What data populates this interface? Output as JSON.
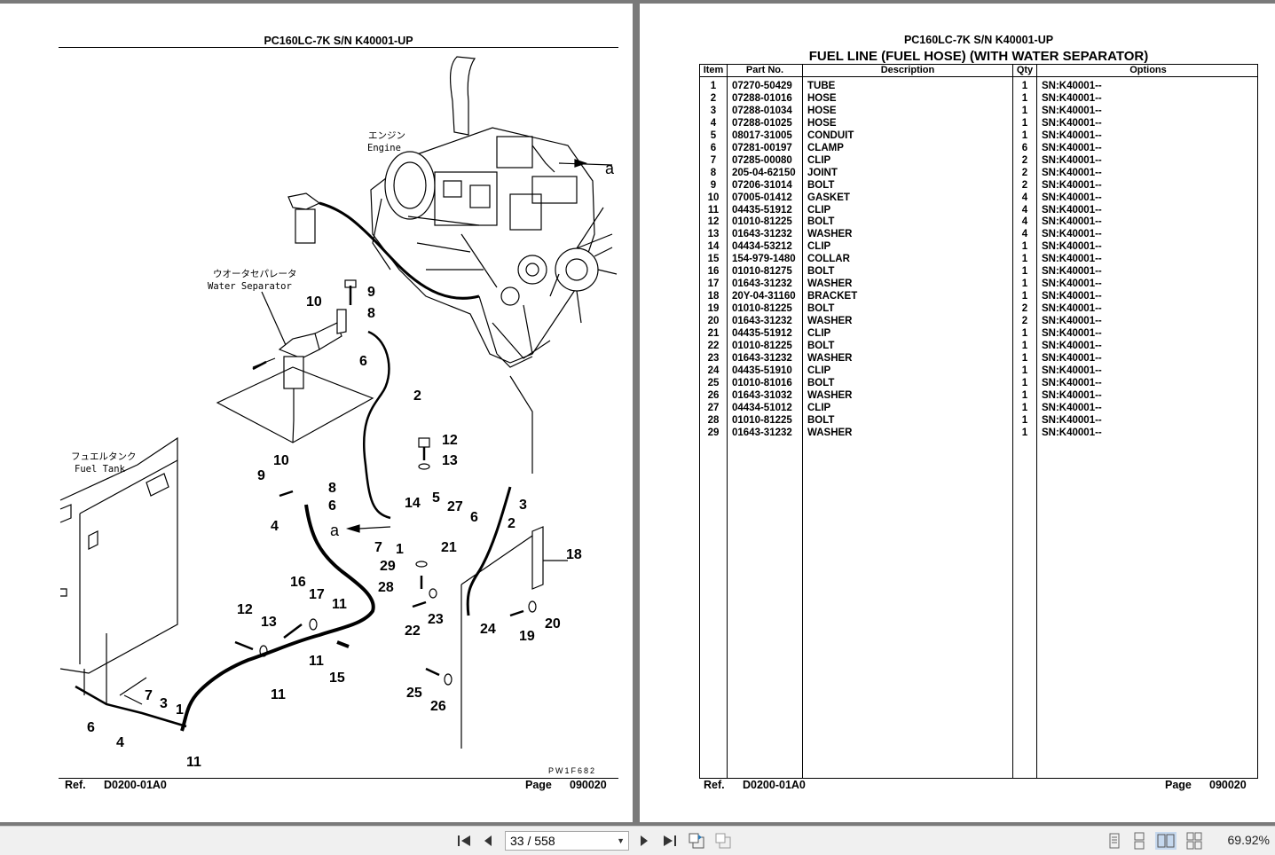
{
  "left_page": {
    "header": "PC160LC-7K S/N K40001-UP",
    "footer": {
      "ref_label": "Ref.",
      "ref_value": "D0200-01A0",
      "page_label": "Page",
      "page_value": "090020"
    },
    "drawing": {
      "engine_jp": "エンジン",
      "engine_en": "Engine",
      "separator_jp": "ウオータセパレータ",
      "separator_en": "Water Separator",
      "tank_jp": "フュエルタンク",
      "tank_en": "Fuel Tank",
      "ref_a": "a",
      "drawing_code": "PW1F682",
      "callouts": [
        "9",
        "8",
        "10",
        "6",
        "2",
        "12",
        "13",
        "10",
        "9",
        "8",
        "6",
        "4",
        "14",
        "5",
        "27",
        "6",
        "3",
        "2",
        "18",
        "7",
        "1",
        "21",
        "29",
        "28",
        "16",
        "17",
        "11",
        "12",
        "13",
        "11",
        "22",
        "23",
        "24",
        "20",
        "19",
        "11",
        "15",
        "25",
        "26",
        "7",
        "3",
        "1",
        "6",
        "4",
        "11"
      ]
    }
  },
  "right_page": {
    "header": "PC160LC-7K S/N K40001-UP",
    "title": "FUEL LINE (FUEL HOSE) (WITH WATER SEPARATOR)",
    "columns": [
      "Item",
      "Part No.",
      "Description",
      "Qty",
      "Options"
    ],
    "rows": [
      [
        "1",
        "07270-50429",
        "TUBE",
        "1",
        "SN:K40001--"
      ],
      [
        "2",
        "07288-01016",
        "HOSE",
        "1",
        "SN:K40001--"
      ],
      [
        "3",
        "07288-01034",
        "HOSE",
        "1",
        "SN:K40001--"
      ],
      [
        "4",
        "07288-01025",
        "HOSE",
        "1",
        "SN:K40001--"
      ],
      [
        "5",
        "08017-31005",
        "CONDUIT",
        "1",
        "SN:K40001--"
      ],
      [
        "6",
        "07281-00197",
        "CLAMP",
        "6",
        "SN:K40001--"
      ],
      [
        "7",
        "07285-00080",
        "CLIP",
        "2",
        "SN:K40001--"
      ],
      [
        "8",
        "205-04-62150",
        "JOINT",
        "2",
        "SN:K40001--"
      ],
      [
        "9",
        "07206-31014",
        "BOLT",
        "2",
        "SN:K40001--"
      ],
      [
        "10",
        "07005-01412",
        "GASKET",
        "4",
        "SN:K40001--"
      ],
      [
        "11",
        "04435-51912",
        "CLIP",
        "4",
        "SN:K40001--"
      ],
      [
        "12",
        "01010-81225",
        "BOLT",
        "4",
        "SN:K40001--"
      ],
      [
        "13",
        "01643-31232",
        "WASHER",
        "4",
        "SN:K40001--"
      ],
      [
        "14",
        "04434-53212",
        "CLIP",
        "1",
        "SN:K40001--"
      ],
      [
        "15",
        "154-979-1480",
        "COLLAR",
        "1",
        "SN:K40001--"
      ],
      [
        "16",
        "01010-81275",
        "BOLT",
        "1",
        "SN:K40001--"
      ],
      [
        "17",
        "01643-31232",
        "WASHER",
        "1",
        "SN:K40001--"
      ],
      [
        "18",
        "20Y-04-31160",
        "BRACKET",
        "1",
        "SN:K40001--"
      ],
      [
        "19",
        "01010-81225",
        "BOLT",
        "2",
        "SN:K40001--"
      ],
      [
        "20",
        "01643-31232",
        "WASHER",
        "2",
        "SN:K40001--"
      ],
      [
        "21",
        "04435-51912",
        "CLIP",
        "1",
        "SN:K40001--"
      ],
      [
        "22",
        "01010-81225",
        "BOLT",
        "1",
        "SN:K40001--"
      ],
      [
        "23",
        "01643-31232",
        "WASHER",
        "1",
        "SN:K40001--"
      ],
      [
        "24",
        "04435-51910",
        "CLIP",
        "1",
        "SN:K40001--"
      ],
      [
        "25",
        "01010-81016",
        "BOLT",
        "1",
        "SN:K40001--"
      ],
      [
        "26",
        "01643-31032",
        "WASHER",
        "1",
        "SN:K40001--"
      ],
      [
        "27",
        "04434-51012",
        "CLIP",
        "1",
        "SN:K40001--"
      ],
      [
        "28",
        "01010-81225",
        "BOLT",
        "1",
        "SN:K40001--"
      ],
      [
        "29",
        "01643-31232",
        "WASHER",
        "1",
        "SN:K40001--"
      ]
    ],
    "footer": {
      "ref_label": "Ref.",
      "ref_value": "D0200-01A0",
      "page_label": "Page",
      "page_value": "090020"
    }
  },
  "toolbar": {
    "page_indicator": "33 / 558",
    "zoom": "69.92%",
    "icons": [
      "first-page-icon",
      "prev-page-icon",
      "next-page-icon",
      "last-page-icon",
      "go-back-icon",
      "go-forward-icon",
      "single-page-view-icon",
      "continuous-view-icon",
      "facing-view-icon",
      "continuous-facing-view-icon"
    ]
  }
}
